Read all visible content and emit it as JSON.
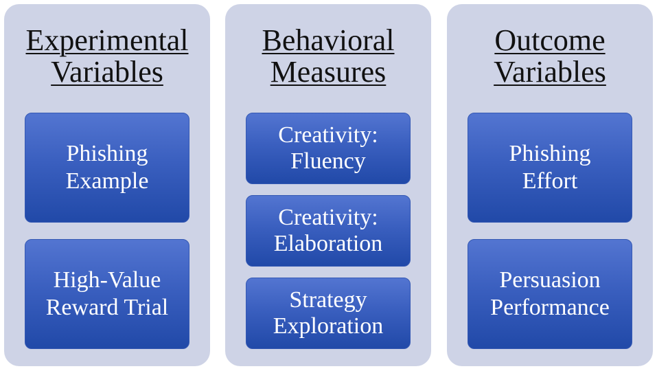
{
  "columns": [
    {
      "title": [
        "Experimental",
        "Variables"
      ],
      "boxes": [
        [
          "Phishing",
          "Example"
        ],
        [
          "High-Value",
          "Reward Trial"
        ]
      ]
    },
    {
      "title": [
        "Behavioral",
        "Measures"
      ],
      "boxes": [
        [
          "Creativity:",
          "Fluency"
        ],
        [
          "Creativity:",
          "Elaboration"
        ],
        [
          "Strategy",
          "Exploration"
        ]
      ]
    },
    {
      "title": [
        "Outcome",
        "Variables"
      ],
      "boxes": [
        [
          "Phishing",
          "Effort"
        ],
        [
          "Persuasion",
          "Performance"
        ]
      ]
    }
  ],
  "colors": {
    "panel_background": "#ced3e6",
    "box_top": "#5375d1",
    "box_bottom": "#2149a8",
    "box_text": "#ffffff",
    "title_text": "#111111"
  }
}
